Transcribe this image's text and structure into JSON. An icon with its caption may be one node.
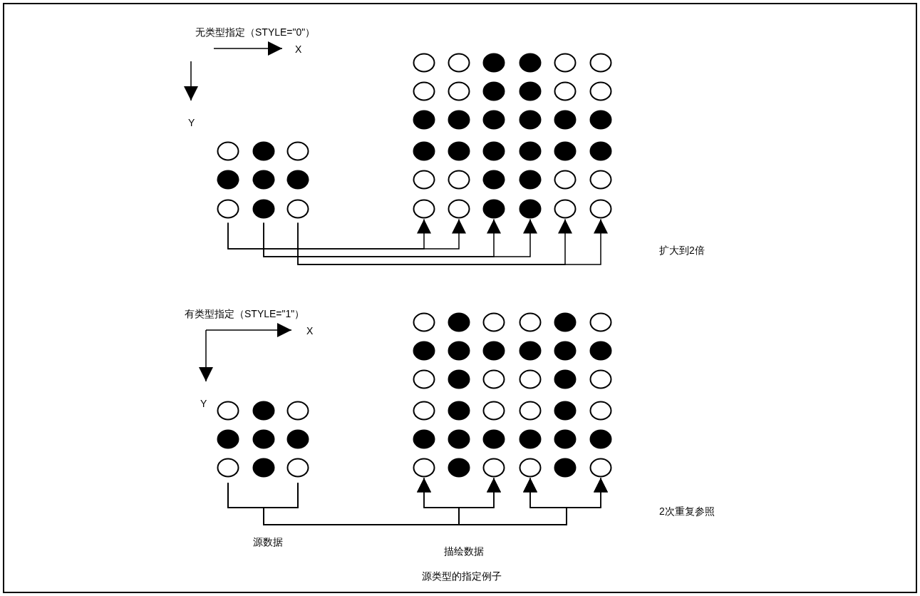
{
  "diagram": {
    "caption": "源类型的指定例子",
    "nodes": [
      {
        "text": [],
        "shape": "circle"
      },
      {
        "text": [],
        "shape": "disc"
      },
      {
        "text": [],
        "shape": "circle"
      },
      {
        "text": [],
        "shape": "disc"
      },
      {
        "text": [],
        "shape": "disc"
      },
      {
        "text": [],
        "shape": "disc"
      },
      {
        "text": [],
        "shape": "circle"
      },
      {
        "text": [],
        "shape": "disc"
      },
      {
        "text": [],
        "shape": "circle"
      },
      {
        "text": [],
        "shape": "circle"
      },
      {
        "text": [],
        "shape": "circle"
      },
      {
        "text": [],
        "shape": "disc"
      },
      {
        "text": [],
        "shape": "disc"
      },
      {
        "text": [],
        "shape": "circle"
      },
      {
        "text": [],
        "shape": "circle"
      },
      {
        "text": [],
        "shape": "circle"
      },
      {
        "text": [],
        "shape": "circle"
      },
      {
        "text": [],
        "shape": "disc"
      },
      {
        "text": [],
        "shape": "disc"
      },
      {
        "text": [],
        "shape": "circle"
      },
      {
        "text": [],
        "shape": "circle"
      },
      {
        "text": [],
        "shape": "disc"
      },
      {
        "text": [],
        "shape": "disc"
      },
      {
        "text": [],
        "shape": "disc"
      },
      {
        "text": [],
        "shape": "disc"
      },
      {
        "text": [],
        "shape": "disc"
      },
      {
        "text": [],
        "shape": "disc"
      },
      {
        "text": [],
        "shape": "disc"
      },
      {
        "text": [],
        "shape": "disc"
      },
      {
        "text": [],
        "shape": "disc"
      },
      {
        "text": [],
        "shape": "disc"
      },
      {
        "text": [],
        "shape": "disc"
      },
      {
        "text": [],
        "shape": "disc"
      },
      {
        "text": [],
        "shape": "circle"
      },
      {
        "text": [],
        "shape": "circle"
      },
      {
        "text": [],
        "shape": "disc"
      },
      {
        "text": [],
        "shape": "disc"
      },
      {
        "text": [],
        "shape": "circle"
      },
      {
        "text": [],
        "shape": "circle"
      },
      {
        "text": [],
        "shape": "circle"
      },
      {
        "text": [],
        "shape": "circle"
      },
      {
        "text": [],
        "shape": "disc"
      },
      {
        "text": [],
        "shape": "disc"
      },
      {
        "text": [],
        "shape": "circle"
      },
      {
        "text": [],
        "shape": "circle"
      },
      {
        "text": [],
        "shape": "circle"
      },
      {
        "text": [],
        "shape": "disc"
      },
      {
        "text": [],
        "shape": "circle"
      },
      {
        "text": [],
        "shape": "disc"
      },
      {
        "text": [],
        "shape": "disc"
      },
      {
        "text": [],
        "shape": "disc"
      },
      {
        "text": [],
        "shape": "circle"
      },
      {
        "text": [],
        "shape": "disc"
      },
      {
        "text": [],
        "shape": "circle"
      },
      {
        "text": [],
        "shape": "circle"
      },
      {
        "text": [],
        "shape": "disc"
      },
      {
        "text": [],
        "shape": "circle"
      },
      {
        "text": [],
        "shape": "circle"
      },
      {
        "text": [],
        "shape": "disc"
      },
      {
        "text": [],
        "shape": "circle"
      },
      {
        "text": [],
        "shape": "disc"
      },
      {
        "text": [],
        "shape": "disc"
      },
      {
        "text": [],
        "shape": "disc"
      },
      {
        "text": [],
        "shape": "disc"
      },
      {
        "text": [],
        "shape": "disc"
      },
      {
        "text": [],
        "shape": "disc"
      },
      {
        "text": [],
        "shape": "circle"
      },
      {
        "text": [],
        "shape": "disc"
      },
      {
        "text": [],
        "shape": "circle"
      },
      {
        "text": [],
        "shape": "circle"
      },
      {
        "text": [],
        "shape": "disc"
      },
      {
        "text": [],
        "shape": "circle"
      },
      {
        "text": [],
        "shape": "circle"
      },
      {
        "text": [],
        "shape": "disc"
      },
      {
        "text": [],
        "shape": "circle"
      },
      {
        "text": [],
        "shape": "circle"
      },
      {
        "text": [],
        "shape": "disc"
      },
      {
        "text": [],
        "shape": "circle"
      },
      {
        "text": [],
        "shape": "disc"
      },
      {
        "text": [],
        "shape": "disc"
      },
      {
        "text": [],
        "shape": "disc"
      },
      {
        "text": [],
        "shape": "disc"
      },
      {
        "text": [],
        "shape": "disc"
      },
      {
        "text": [],
        "shape": "disc"
      },
      {
        "text": [],
        "shape": "circle"
      },
      {
        "text": [],
        "shape": "disc"
      },
      {
        "text": [],
        "shape": "circle"
      },
      {
        "text": [],
        "shape": "circle"
      },
      {
        "text": [],
        "shape": "disc"
      },
      {
        "text": [],
        "shape": "circle"
      }
    ],
    "edges": [
      {
        "from": 6,
        "to": 39,
        "arrow": "to"
      },
      {
        "from": 6,
        "to": 40,
        "arrow": "to"
      },
      {
        "from": 7,
        "to": 41,
        "arrow": "to"
      },
      {
        "from": 7,
        "to": 42,
        "arrow": "to"
      },
      {
        "from": 8,
        "to": 43,
        "arrow": "to"
      },
      {
        "from": 8,
        "to": 44,
        "arrow": "to"
      },
      {
        "from": 51,
        "to": 84,
        "arrow": "to"
      },
      {
        "from": 51,
        "to": 86,
        "arrow": "to"
      },
      {
        "from": 51,
        "to": 87,
        "arrow": "to"
      },
      {
        "from": 51,
        "to": 89,
        "arrow": "to"
      },
      {
        "from": 53,
        "to": 84,
        "arrow": "to"
      },
      {
        "from": 53,
        "to": 86,
        "arrow": "to"
      },
      {
        "from": 53,
        "to": 87,
        "arrow": "to"
      },
      {
        "from": 53,
        "to": 89,
        "arrow": "to"
      }
    ],
    "labels": [
      "无类型指定（STYLE=\"0\"）",
      "X",
      "Y",
      "扩大到2倍",
      "有类型指定（STYLE=\"1\"）",
      "X",
      "Y",
      "2次重复参照",
      "源数据",
      "描绘数据"
    ]
  }
}
